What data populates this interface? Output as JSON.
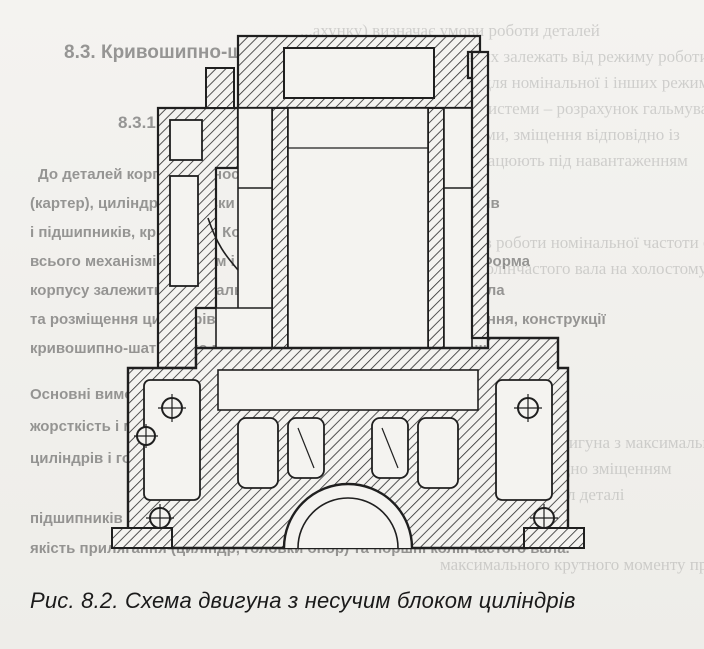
{
  "section_heading": "8.3. Кривошипно-шатунний механізм",
  "subsection_heading": "8.3.1. Корпусні деталі двигуна",
  "body_lines": [
    "До деталей корпусу відносяться блок циліндрів, картер",
    "(картер), циліндри, головки циліндрів та головки опор шатунів",
    "і підшипників, кріплення. Корпус є основою для розміщення",
    "всього механізмів, систем і допоміжних пристроїв двигуна. Форма",
    "корпусу залежить від загального компонування двигуна, числа",
    "та розміщення циліндрів, типу системи охолодження і змащення, конструкції",
    "кривошипно-шатунного механізму (рядного, V-подібного тощо).",
    "Основні вимоги до корпусу:",
    "жорсткість і міцність, невелика маса деталей, як блок",
    "циліндрів і головка блока двигуна, система змащення",
    "підшипників колінчастого вала,",
    "якість прилягання (циліндр, головки опор) та поршні колінчастого вала."
  ],
  "right_bleed_lines": [
    "...ахунку) визначає умови роботи деталей",
    "двигуна, значення яких залежать від режиму роботи двигуна",
    "розрахунок ведеться для номінальної і інших режимів",
    "особливості несучої системи – розрахунок гальмування двигуна",
    "розрахункові режими, зміщення відповідно із",
    "для деталей, що працюють під навантаженням",
    "відповідних режимів роботи номінальної частоти обертання",
    "частоти обертання колінчастого вала на холостому ходу",
    "а також частоті обертання двигуна з максимальною",
    "частотою обертання відповідно зміщенням",
    "газів та інерції сил деталі",
    "максимального крутного моменту при частоті обертання"
  ],
  "caption": "Рис. 8.2. Схема двигуна з несучим блоком циліндрів",
  "colors": {
    "ink": "#1f1f1f",
    "paper": "#f2f1ee",
    "hatch": "#2a2a2a"
  }
}
